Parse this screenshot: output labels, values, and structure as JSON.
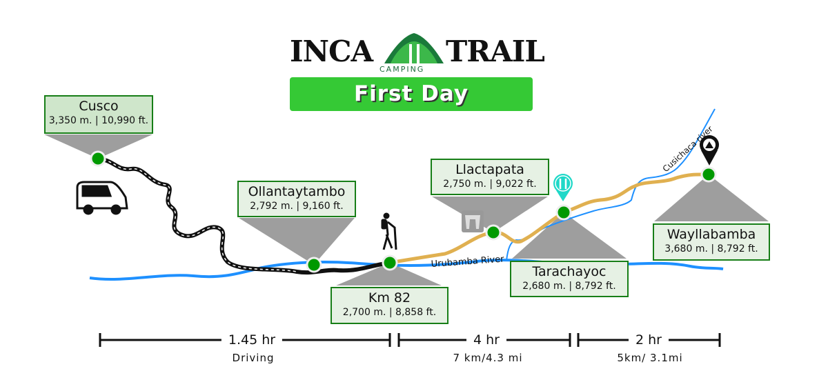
{
  "logo": {
    "left": "INCA",
    "right": "TRAIL",
    "sub": "CAMPING"
  },
  "banner": "First Day",
  "colors": {
    "banner": "#35c935",
    "box_border": "#177e17",
    "box_fill": "#e6f1e4",
    "river": "#1e90ff",
    "trail": "#e0b050",
    "road": "#111111",
    "marker": "#009900"
  },
  "places": [
    {
      "name": "Cusco",
      "elevation": "3,350 m. | 10,990 ft."
    },
    {
      "name": "Ollantaytambo",
      "elevation": "2,792 m. | 9,160 ft."
    },
    {
      "name": "Km 82",
      "elevation": "2,700 m. | 8,858 ft."
    },
    {
      "name": "Llactapata",
      "elevation": "2,750 m. | 9,022 ft."
    },
    {
      "name": "Tarachayoc",
      "elevation": "2,680 m. | 8,792 ft."
    },
    {
      "name": "Wayllabamba",
      "elevation": "3,680 m. | 8,792 ft."
    }
  ],
  "rivers": {
    "main": "Urubamba River",
    "side": "Cusichaca river"
  },
  "icons": [
    "van-icon",
    "hiker-icon",
    "ruins-icon",
    "restaurant-pin-icon",
    "campsite-pin-icon"
  ],
  "segments": [
    {
      "time": "1.45 hr",
      "detail": "Driving"
    },
    {
      "time": "4 hr",
      "detail": "7 km/4.3 mi"
    },
    {
      "time": "2 hr",
      "detail": "5km/ 3.1mi"
    }
  ]
}
